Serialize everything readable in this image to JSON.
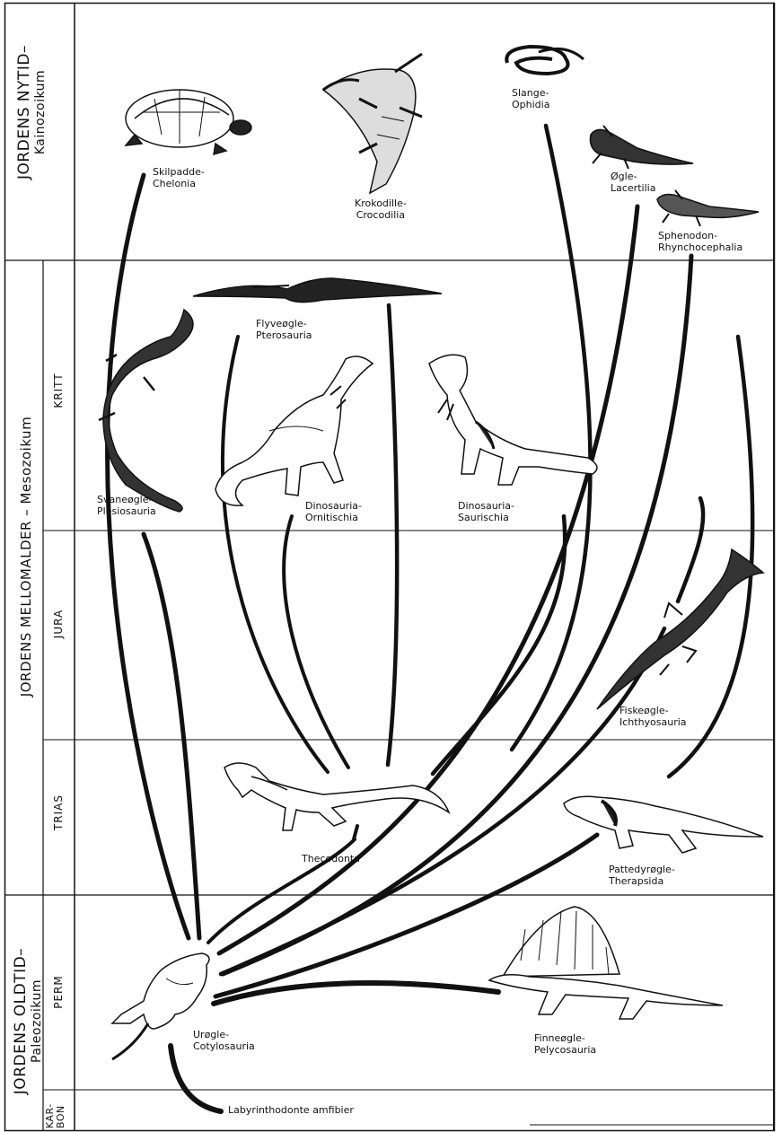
{
  "eras": [
    {
      "name": "JORDENS NYTID–",
      "subtitle": "Kainozoikum"
    },
    {
      "name": "JORDENS MELLOMALDER – Mesozoikum"
    },
    {
      "name": "JORDENS OLDTID–",
      "subtitle": "Paleozoikum"
    }
  ],
  "periods": [
    "KRITT",
    "JURA",
    "TRIAS",
    "PERM",
    "KAR-",
    "BON"
  ],
  "groups": {
    "skilpadde": [
      "Skilpadde-",
      "Chelonia"
    ],
    "krokodille": [
      "Krokodille-",
      "Crocodilia"
    ],
    "slange": [
      "Slange-",
      "Ophidia"
    ],
    "ogle": [
      "Øgle-",
      "Lacertilia"
    ],
    "sphenodon": [
      "Sphenodon-",
      "Rhynchocephalia"
    ],
    "flyveogle": [
      "Flyveøgle-",
      "Pterosauria"
    ],
    "svaneogle": [
      "Svaneøgle-",
      "Plesiosauria"
    ],
    "ornitischia": [
      "Dinosauria-",
      "Ornitischia"
    ],
    "saurischia": [
      "Dinosauria-",
      "Saurischia"
    ],
    "fiskeogle": [
      "Fiskeøgle-",
      "Ichthyosauria"
    ],
    "thecodonta": [
      "Thecodonta"
    ],
    "pattedyrogle": [
      "Pattedyrøgle-",
      "Therapsida"
    ],
    "urogle": [
      "Urøgle-",
      "Cotylosauria"
    ],
    "finneogle": [
      "Finneøgle-",
      "Pelycosauria"
    ],
    "labyrinthodonte": [
      "Labyrinthodonte amfibier"
    ]
  },
  "colors": {
    "ink": "#111111",
    "background": "#ffffff"
  }
}
